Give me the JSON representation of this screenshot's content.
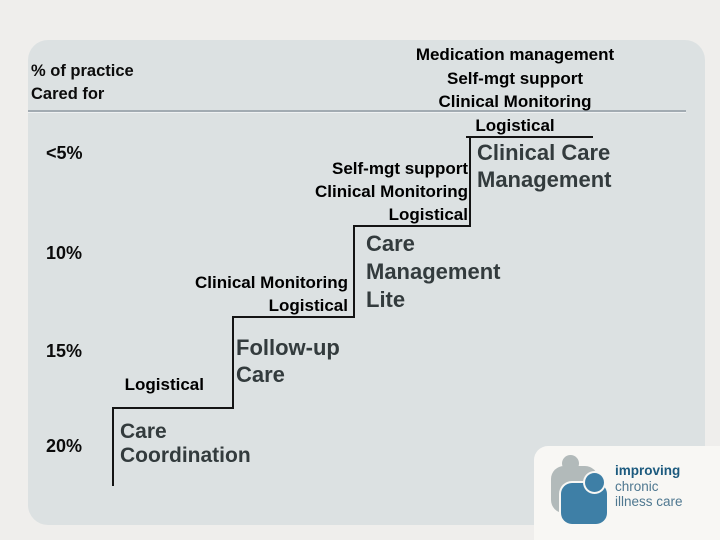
{
  "slide": {
    "axis_title": {
      "line1": "% of practice",
      "line2": "Cared for"
    },
    "header_services": [
      "Medication management",
      "Self-mgt support",
      "Clinical Monitoring",
      "Logistical"
    ],
    "steps": [
      {
        "percent": "<5%",
        "name_lines": [
          "Clinical Care",
          "Management"
        ],
        "services": [
          "Self-mgt support",
          "Clinical Monitoring",
          "Logistical"
        ]
      },
      {
        "percent": "10%",
        "name_lines": [
          "Care",
          "Management",
          "Lite"
        ],
        "services": [
          "Clinical Monitoring",
          "Logistical"
        ]
      },
      {
        "percent": "15%",
        "name_lines": [
          "Follow-up",
          "Care"
        ],
        "services": [
          "Logistical"
        ]
      },
      {
        "percent": "20%",
        "name_lines": [
          "Care",
          "Coordination"
        ],
        "services": []
      }
    ],
    "logo": {
      "title": "improving",
      "subtitle_line1": "chronic",
      "subtitle_line2": "illness care"
    },
    "colors": {
      "page_bg": "#efeeec",
      "card_bg": "#dce1e2",
      "divider": "#a2abb2",
      "stair_line": "#141414",
      "step_name_text": "#333b3d",
      "logo_blue": "#3e7fa6",
      "logo_gray": "#b2baba",
      "logo_title_text": "#1c5a7e",
      "logo_subtitle_text": "#4f7890"
    }
  }
}
